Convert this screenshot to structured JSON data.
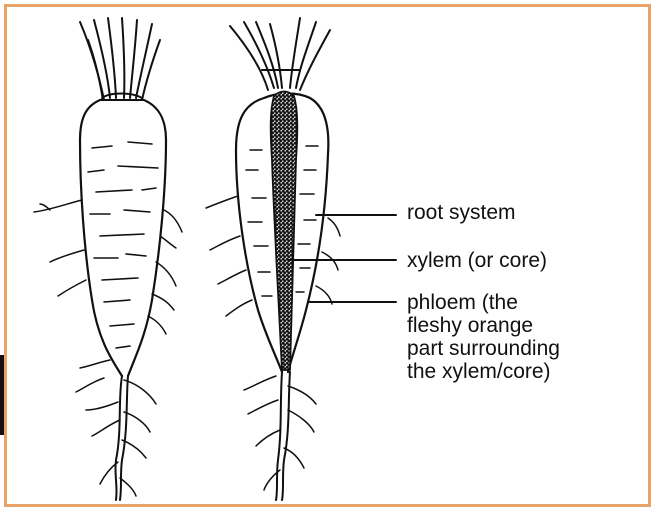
{
  "labels": {
    "root_system": "root system",
    "xylem": "xylem (or core)",
    "phloem_lines": [
      "phloem (the",
      "fleshy orange",
      "part surrounding",
      "the xylem/core)"
    ]
  },
  "colors": {
    "border": "#e8a36a",
    "ink": "#111111",
    "core_fill": "#d6d6d6"
  }
}
